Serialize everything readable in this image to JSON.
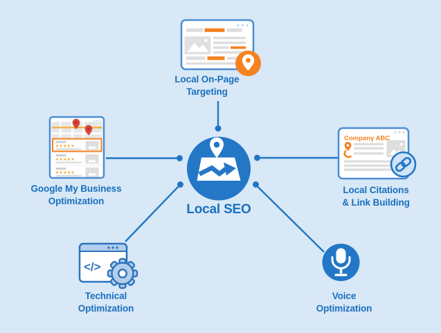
{
  "diagram_title": "Local SEO",
  "center": {
    "label": "Local SEO"
  },
  "nodes": {
    "top": {
      "label_lines": [
        "Local On-Page",
        "Targeting"
      ]
    },
    "left": {
      "label_lines": [
        "Google My Business",
        "Optimization"
      ]
    },
    "right": {
      "label_lines": [
        "Local Citations",
        "& Link Building"
      ],
      "window_title": "Company ABC"
    },
    "bottom_left": {
      "label_lines": [
        "Technical",
        "Optimization"
      ],
      "code_text": "</>"
    },
    "bottom_right": {
      "label_lines": [
        "Voice",
        "Optimization"
      ]
    }
  },
  "icons": {
    "stars": "★★★★★",
    "code": "</>",
    "center": "map-with-location-pin",
    "top": "webpage-with-location-pin",
    "left": "map-listing-results",
    "right": "business-citation-with-link",
    "bottom_left": "browser-with-code-and-gear",
    "bottom_right": "microphone"
  },
  "colors": {
    "background": "#d8e8f7",
    "primary_blue": "#2377c6",
    "connector_blue": "#1f76c3",
    "label_blue": "#1a6fbd",
    "window_border_blue": "#4a8dd2",
    "dark_window_blue": "#2d73ba",
    "light_blue_fill": "#b3cfed",
    "pale_blue_fill": "#cfe4f7",
    "orange": "#f5821f",
    "star_orange": "#f5a623",
    "road_orange": "#f2b347",
    "map_pin_red": "#d9453c",
    "placeholder_gray": "#dedede"
  }
}
